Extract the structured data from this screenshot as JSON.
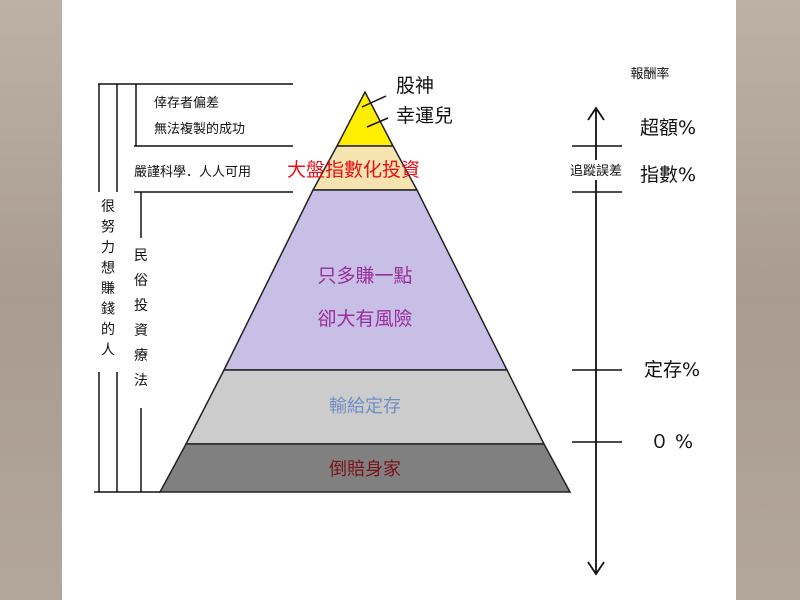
{
  "colors": {
    "top": "#ffee00",
    "index": "#f5e3b0",
    "middle": "#c8bfe6",
    "deposit": "#cccccc",
    "bottom": "#808080",
    "red_text": "#e8101a",
    "purple_text": "#9b2d9b",
    "blue_text": "#6f8fc6",
    "dark_red_text": "#7a1418"
  },
  "pyramid": {
    "top_line1": "股神",
    "top_line2": "幸運兒",
    "index_label": "大盤指數化投資",
    "middle_line1": "只多賺一點",
    "middle_line2": "卻大有風險",
    "deposit_label": "輸給定存",
    "bottom_label": "倒賠身家"
  },
  "left": {
    "survivor_bias": "倖存者偏差",
    "not_replicable": "無法複製的成功",
    "rigorous": "嚴謹科學．人人可用",
    "folk_chars": [
      "民",
      "俗",
      "投",
      "資",
      "療",
      "法"
    ],
    "effort_chars": [
      "很",
      "努",
      "力",
      "想",
      "賺",
      "錢",
      "的",
      "人"
    ]
  },
  "right": {
    "header": "報酬率",
    "excess": "超額%",
    "tracking": "追蹤誤差",
    "index_return": "指數%",
    "deposit_return": "定存%",
    "zero": "０ %"
  }
}
